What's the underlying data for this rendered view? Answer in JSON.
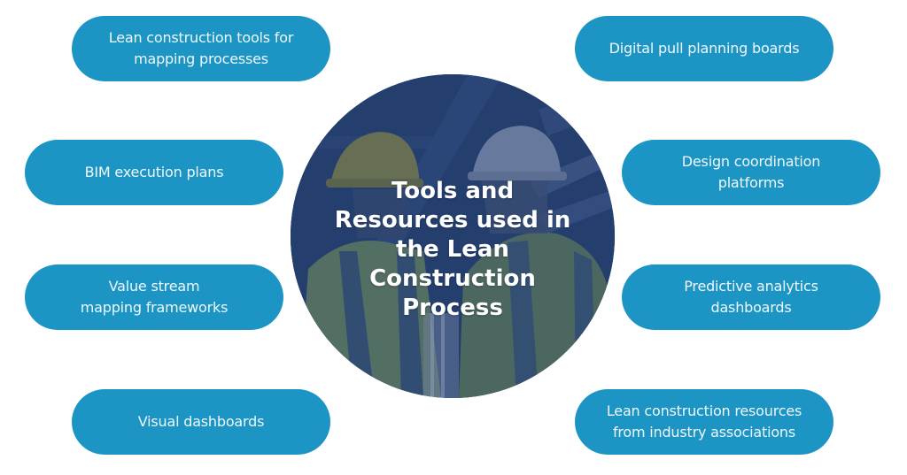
{
  "title": "Tools and Resources used in the Lean Construction Process",
  "center": {
    "title": "Tools and Resources used in the Lean Construction Process",
    "image": "construction-workers-hardhats-photo"
  },
  "colors": {
    "pill": "#1c95c4",
    "pill_text": "#eef8fc",
    "circle_overlay": "#253f6e",
    "background": "#ffffff"
  },
  "items": [
    {
      "label": "Lean construction tools for mapping processes",
      "side": "left"
    },
    {
      "label": "Digital pull planning boards",
      "side": "right"
    },
    {
      "label": "BIM execution plans",
      "side": "left"
    },
    {
      "label": "Design coordination platforms",
      "side": "right"
    },
    {
      "label": "Value stream mapping frameworks",
      "side": "left"
    },
    {
      "label": "Predictive analytics dashboards",
      "side": "right"
    },
    {
      "label": "Visual dashboards",
      "side": "left"
    },
    {
      "label": "Lean construction resources from industry associations",
      "side": "right"
    }
  ]
}
